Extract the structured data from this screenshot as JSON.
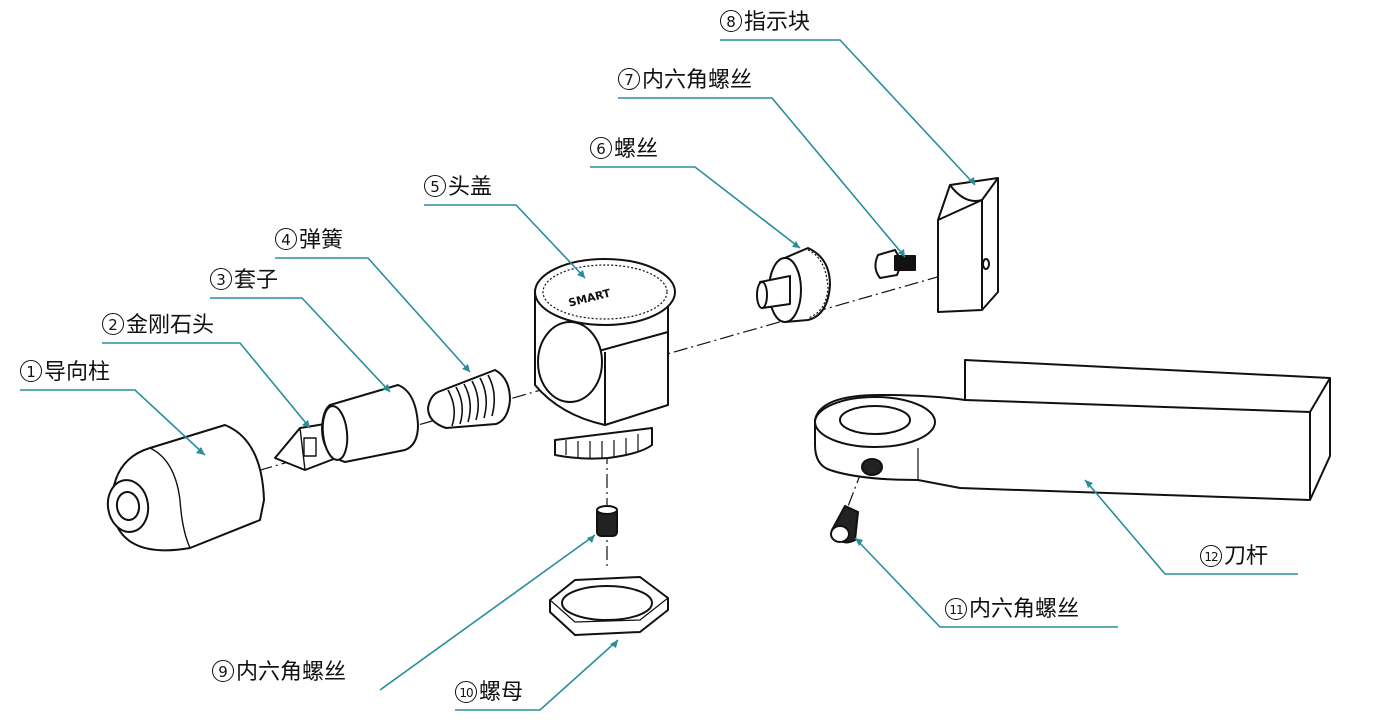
{
  "labels": [
    {
      "num": "1",
      "text": "导向柱"
    },
    {
      "num": "2",
      "text": "金刚石头"
    },
    {
      "num": "3",
      "text": "套子"
    },
    {
      "num": "4",
      "text": "弹簧"
    },
    {
      "num": "5",
      "text": "头盖"
    },
    {
      "num": "6",
      "text": "螺丝"
    },
    {
      "num": "7",
      "text": "内六角螺丝"
    },
    {
      "num": "8",
      "text": "指示块"
    },
    {
      "num": "9",
      "text": "内六角螺丝"
    },
    {
      "num": "10",
      "text": "螺母"
    },
    {
      "num": "11",
      "text": "内六角螺丝"
    },
    {
      "num": "12",
      "text": "刀杆"
    }
  ],
  "head_cap_marking": "SMART",
  "colors": {
    "leader": "#2a8d9a",
    "ink": "#111111",
    "fill": "#ffffff"
  }
}
